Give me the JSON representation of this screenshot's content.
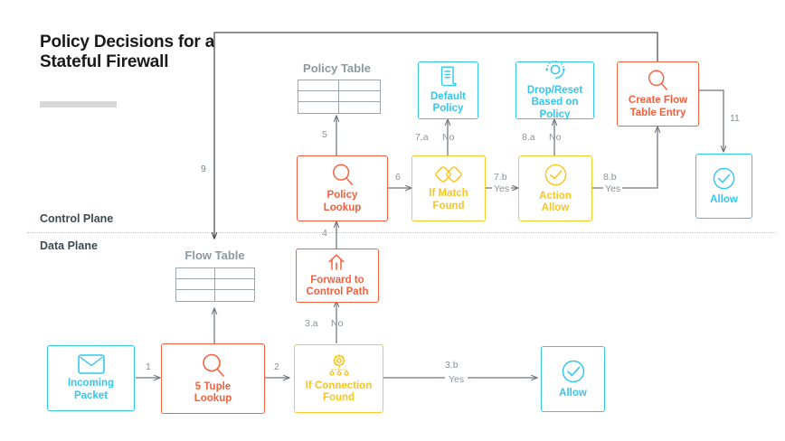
{
  "title": "Policy Decisions\nfor a Stateful\nFirewall",
  "colors": {
    "cyan": "#34c6f0",
    "orange": "#f4603e",
    "yellow": "#f9cb2a",
    "gray_line": "#6f7removed",
    "table_border": "#9aa5ac",
    "label_gray": "#8a9197",
    "plane_text": "#3e4a52"
  },
  "planes": {
    "control": "Control Plane",
    "data": "Data Plane"
  },
  "tables": [
    {
      "name": "policy-table",
      "title": "Policy Table",
      "rows": 3,
      "cols": 2
    },
    {
      "name": "flow-table",
      "title": "Flow Table",
      "rows": 3,
      "cols": 2
    }
  ],
  "nodes": {
    "incoming_packet": {
      "label": "Incoming\nPacket",
      "color": "cyan",
      "icon": "envelope-icon"
    },
    "five_tuple_lookup": {
      "label": "5 Tuple\nLookup",
      "color": "orange",
      "icon": "magnifier-icon"
    },
    "if_connection_found": {
      "label": "If Connection\nFound",
      "color": "yellow",
      "icon": "gear-network-icon"
    },
    "allow_data": {
      "label": "Allow",
      "color": "cyan",
      "icon": "check-circle-icon"
    },
    "forward_to_control_path": {
      "label": "Forward to\nControl Path",
      "color": "orange",
      "icon": "forward-arrows-icon"
    },
    "policy_lookup": {
      "label": "Policy\nLookup",
      "color": "orange",
      "icon": "magnifier-icon"
    },
    "if_match_found": {
      "label": "If Match\nFound",
      "color": "yellow",
      "icon": "overlapping-diamonds-icon"
    },
    "action_allow": {
      "label": "Action\nAllow",
      "color": "yellow",
      "icon": "check-circle-icon"
    },
    "default_policy": {
      "label": "Default\nPolicy",
      "color": "cyan",
      "icon": "document-icon"
    },
    "drop_reset": {
      "label": "Drop/Reset\nBased on Policy",
      "color": "cyan",
      "icon": "target-dots-icon"
    },
    "create_flow_table_entry": {
      "label": "Create Flow\nTable Entry",
      "color": "orange",
      "icon": "magnifier-icon"
    },
    "allow_control": {
      "label": "Allow",
      "color": "cyan",
      "icon": "check-circle-icon"
    }
  },
  "edges": [
    {
      "name": "edge-1",
      "num": "1",
      "answer": ""
    },
    {
      "name": "edge-2",
      "num": "2",
      "answer": ""
    },
    {
      "name": "edge-3a",
      "num": "3.a",
      "answer": "No"
    },
    {
      "name": "edge-3b",
      "num": "3.b",
      "answer": "Yes"
    },
    {
      "name": "edge-4",
      "num": "4",
      "answer": ""
    },
    {
      "name": "edge-5",
      "num": "5",
      "answer": ""
    },
    {
      "name": "edge-6",
      "num": "6",
      "answer": ""
    },
    {
      "name": "edge-7a",
      "num": "7.a",
      "answer": "No"
    },
    {
      "name": "edge-7b",
      "num": "7.b",
      "answer": "Yes"
    },
    {
      "name": "edge-8a",
      "num": "8.a",
      "answer": "No"
    },
    {
      "name": "edge-8b",
      "num": "8.b",
      "answer": "Yes"
    },
    {
      "name": "edge-9",
      "num": "9",
      "answer": ""
    },
    {
      "name": "edge-11",
      "num": "11",
      "answer": ""
    }
  ]
}
